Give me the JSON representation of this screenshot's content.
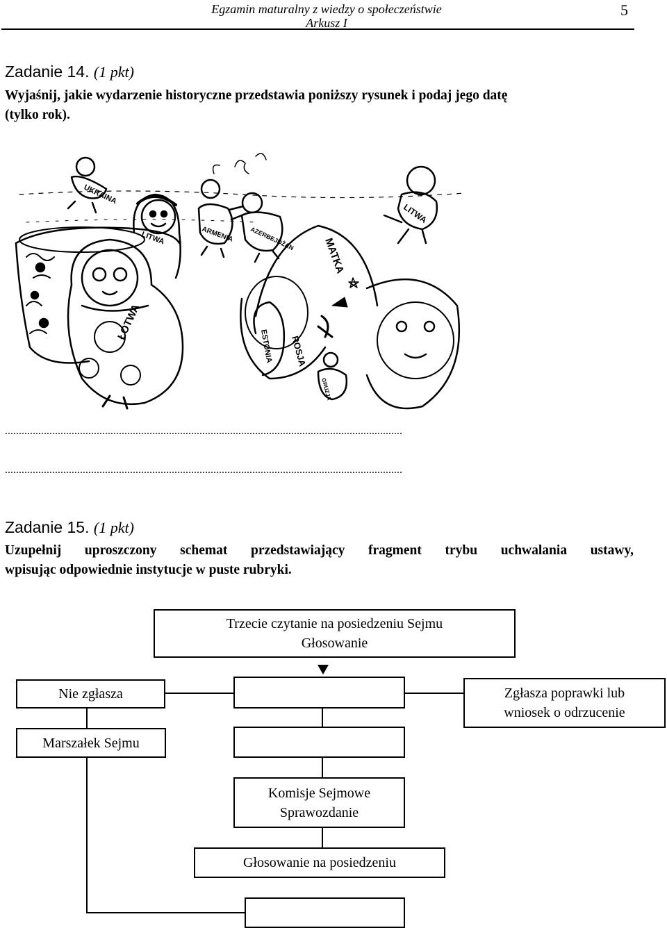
{
  "header": {
    "title": "Egzamin maturalny z wiedzy o społeczeństwie",
    "subtitle": "Arkusz I",
    "page_number": "5"
  },
  "task14": {
    "title": "Zadanie 14.",
    "points": "(1 pkt)",
    "instruction_line1": "Wyjaśnij, jakie wydarzenie historyczne przedstawia poniższy rysunek i podaj jego datę",
    "instruction_line2": "(tylko rok).",
    "answer_line1": "...............................................................................................................................................",
    "answer_line2": "...............................................................................................................................................",
    "cartoon_labels": {
      "ukraina": "UKRAINA",
      "litwa": "LITWA",
      "armenia": "ARMENIA",
      "azerbejdzan": "AZERBEJDŻAN",
      "litwa2": "LITWA",
      "lotwa": "ŁOTWA",
      "matka": "MATKA",
      "rosja": "ROSJA",
      "estonia": "ESTONIA",
      "gruzja": "GRUZJA"
    }
  },
  "task15": {
    "title": "Zadanie 15.",
    "points": "(1 pkt)",
    "instruction_line1": "Uzupełnij uproszczony schemat przedstawiający fragment trybu uchwalania ustawy,",
    "instruction_line2": "wpisując odpowiednie instytucje w puste rubryki.",
    "diagram": {
      "top_box_line1": "Trzecie czytanie na posiedzeniu Sejmu",
      "top_box_line2": "Głosowanie",
      "left_box1": "Nie zgłasza",
      "left_box2": "Marszałek Sejmu",
      "right_box_line1": "Zgłasza poprawki lub",
      "right_box_line2": "wniosek o odrzucenie",
      "komisje_line1": "Komisje Sejmowe",
      "komisje_line2": "Sprawozdanie",
      "glosowanie_box": "Głosowanie na posiedzeniu"
    }
  }
}
